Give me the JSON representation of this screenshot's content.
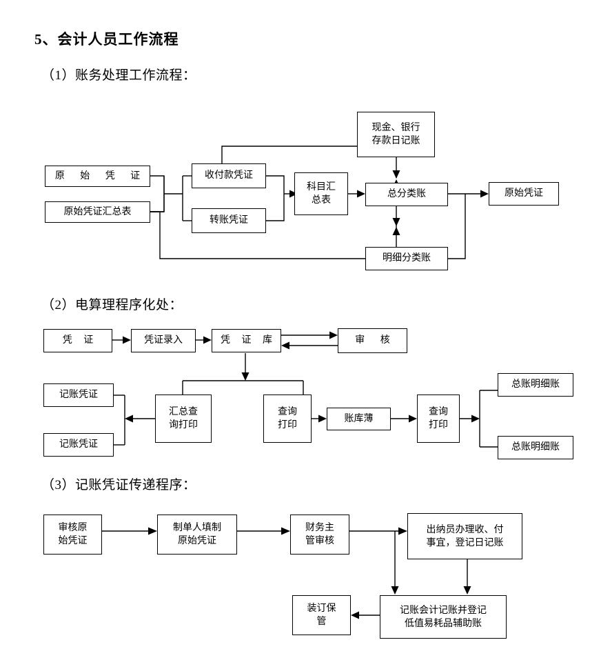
{
  "document": {
    "heading": "5、会计人员工作流程",
    "sections": [
      {
        "id": "s1",
        "title": "（1）账务处理工作流程："
      },
      {
        "id": "s2",
        "title": "（2）电算理程序化处："
      },
      {
        "id": "s3",
        "title": "（3）记账凭证传递程序："
      }
    ]
  },
  "chart1": {
    "title": "账务处理工作流程",
    "nodes": {
      "n1": {
        "label": "原 始 凭 证"
      },
      "n2": {
        "label": "原始凭证汇总表"
      },
      "n3": {
        "label": "收付款凭证"
      },
      "n4": {
        "label": "转账凭证"
      },
      "n5": {
        "line1": "科目汇",
        "line2": "总表"
      },
      "n6": {
        "line1": "现金、银行",
        "line2": "存款日记账"
      },
      "n7": {
        "label": "总分类账"
      },
      "n8": {
        "label": "明细分类账"
      },
      "n9": {
        "label": "原始凭证"
      }
    }
  },
  "chart2": {
    "title": "电算理程序化处",
    "nodes": {
      "m1": {
        "label": "凭 证"
      },
      "m2": {
        "label": "凭证录入"
      },
      "m3": {
        "label": "凭 证 库"
      },
      "m4": {
        "label": "审 核"
      },
      "m5": {
        "label": "记账凭证"
      },
      "m6": {
        "label": "记账凭证"
      },
      "m7": {
        "line1": "汇总查",
        "line2": "询打印"
      },
      "m8": {
        "line1": "查询",
        "line2": "打印"
      },
      "m9": {
        "label": "账库薄"
      },
      "m10": {
        "line1": "查询",
        "line2": "打印"
      },
      "m11": {
        "label": "总账明细账"
      },
      "m12": {
        "label": "总账明细账"
      }
    }
  },
  "chart3": {
    "title": "记账凭证传递程序",
    "nodes": {
      "p1": {
        "line1": "审核原",
        "line2": "始凭证"
      },
      "p2": {
        "line1": "制单人填制",
        "line2": "原始凭证"
      },
      "p3": {
        "line1": "财务主",
        "line2": "管审核"
      },
      "p4": {
        "line1": "出纳员办理收、付",
        "line2": "事宜，登记日记账"
      },
      "p5": {
        "line1": "装订保",
        "line2": "管"
      },
      "p6": {
        "line1": "记账会计记账并登记",
        "line2": "低值易耗品辅助账"
      }
    }
  },
  "colors": {
    "ink": "#000000",
    "paper": "#ffffff"
  }
}
